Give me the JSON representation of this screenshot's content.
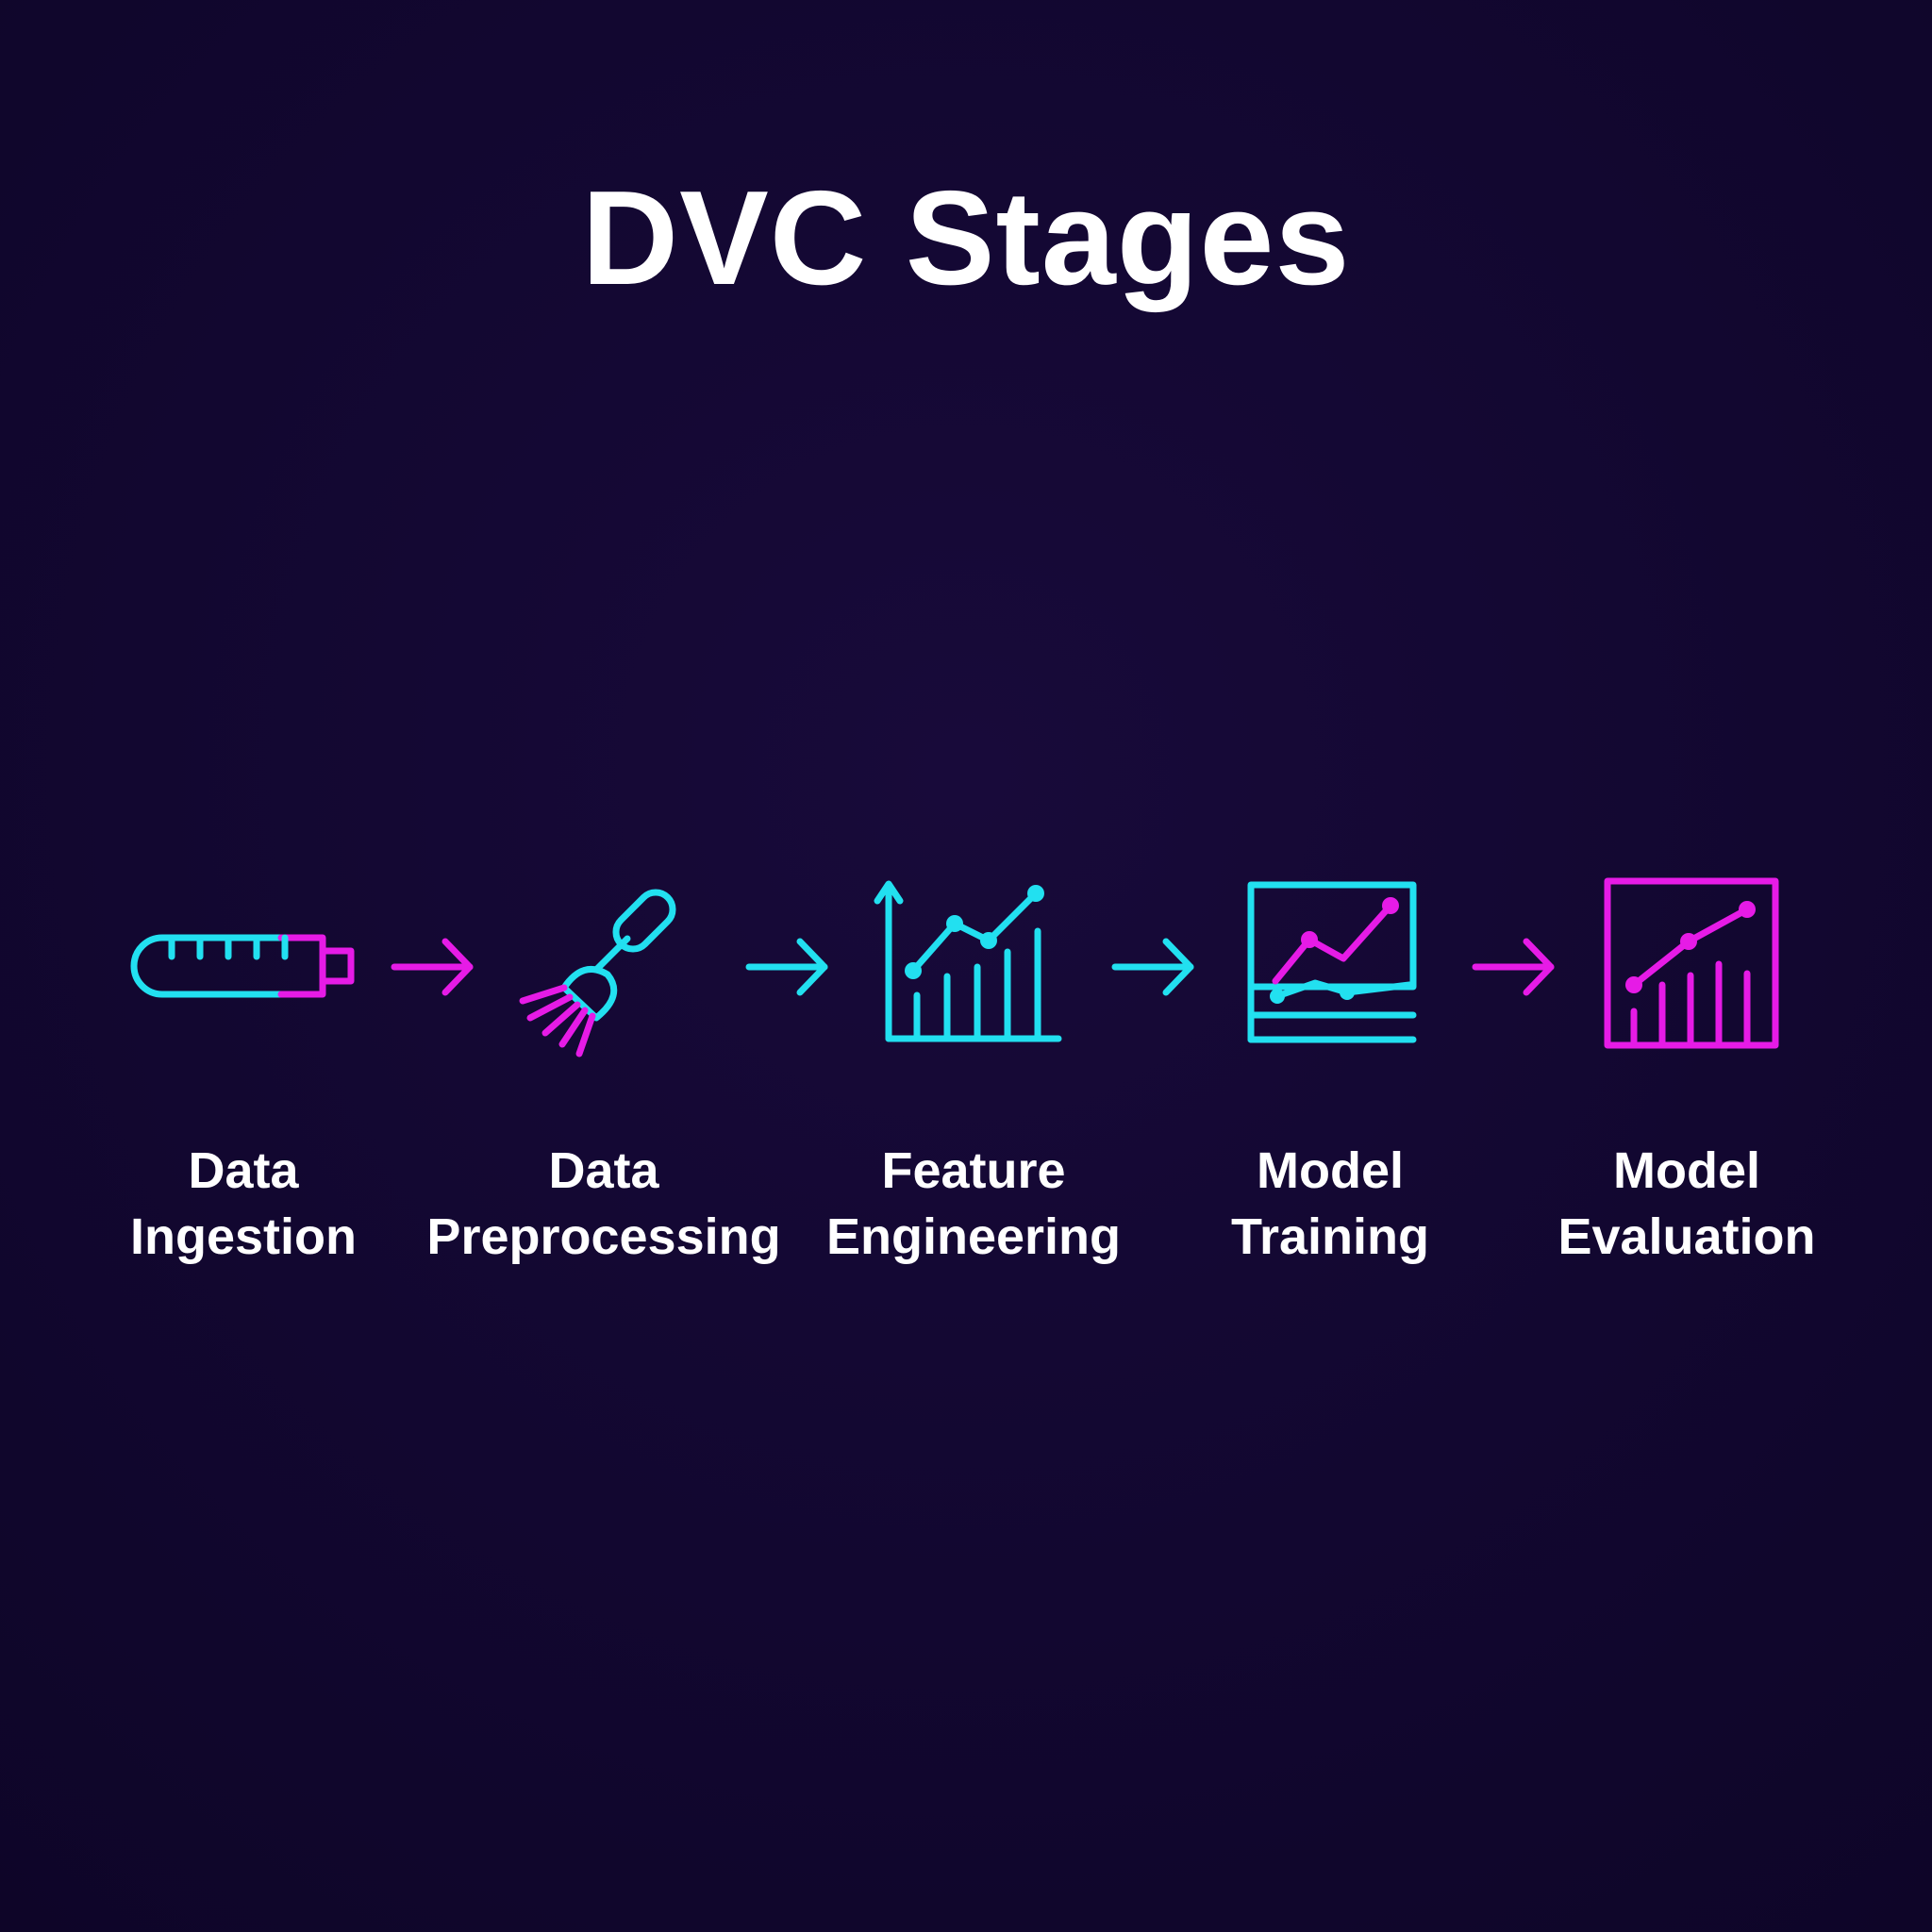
{
  "title": "DVC Stages",
  "colors": {
    "background": "#120730",
    "cyan": "#22e0f0",
    "magenta": "#e61be6",
    "text": "#ffffff"
  },
  "stages": [
    {
      "line1": "Data",
      "line2": "Ingestion",
      "icon": "thermometer-icon"
    },
    {
      "line1": "Data",
      "line2": "Preprocessing",
      "icon": "broom-icon"
    },
    {
      "line1": "Feature",
      "line2": "Engineering",
      "icon": "line-bar-chart-icon"
    },
    {
      "line1": "Model",
      "line2": "Training",
      "icon": "monitor-chart-icon"
    },
    {
      "line1": "Model",
      "line2": "Evaluation",
      "icon": "framed-chart-icon"
    }
  ]
}
